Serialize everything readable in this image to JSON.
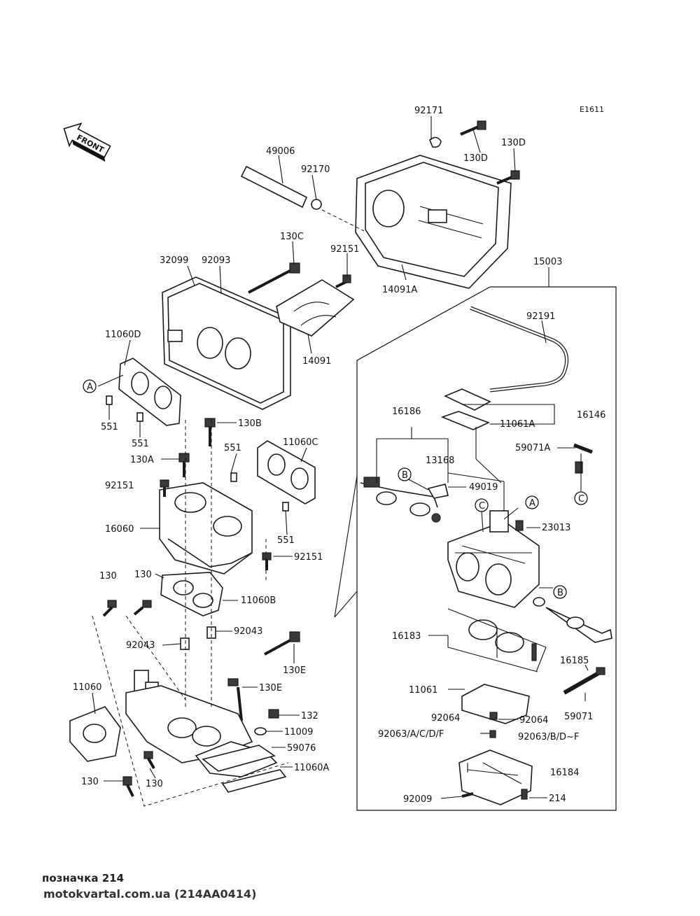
{
  "figure_code": "E1611",
  "direction": {
    "label": "FRONT",
    "icon": "front-arrow-icon"
  },
  "callouts": {
    "c92171": "92171",
    "c130D_a": "130D",
    "c130D_b": "130D",
    "c49006": "49006",
    "c92170": "92170",
    "c130C": "130C",
    "c92151_a": "92151",
    "c32099": "32099",
    "c92093": "92093",
    "c14091A": "14091A",
    "c15003": "15003",
    "c92191": "92191",
    "c11060D": "11060D",
    "c14091": "14091",
    "c551_a": "551",
    "c551_b": "551",
    "c130B": "130B",
    "c551_c": "551",
    "c11060C": "11060C",
    "c130A": "130A",
    "c92151_b": "92151",
    "c16060": "16060",
    "c551_d": "551",
    "c92151_c": "92151",
    "c130_a": "130",
    "c130_b": "130",
    "c11060B": "11060B",
    "c92043_a": "92043",
    "c92043_b": "92043",
    "c130E_a": "130E",
    "c130E_b": "130E",
    "c11060": "11060",
    "c132": "132",
    "c11009": "11009",
    "c59076": "59076",
    "c11060A": "11060A",
    "c130_c": "130",
    "c130_d": "130",
    "c16186": "16186",
    "c13168": "13168",
    "c49019": "49019",
    "c11061A": "11061A",
    "c16146": "16146",
    "c59071A": "59071A",
    "c23013": "23013",
    "c16183": "16183",
    "c16185": "16185",
    "c11061": "11061",
    "c59071": "59071",
    "c92064_a": "92064",
    "c92064_b": "92064",
    "c92063_acdf": "92063/A/C/D/F",
    "c92063_bdf": "92063/B/D~F",
    "c16184": "16184",
    "c92009": "92009",
    "c214": "214"
  },
  "reference_markers": {
    "A1": "A",
    "A2": "A",
    "B1": "B",
    "B2": "B",
    "C1": "C",
    "C2": "C"
  },
  "caption": "позначка 214",
  "source": "motokvartal.com.ua (214AA0414)"
}
